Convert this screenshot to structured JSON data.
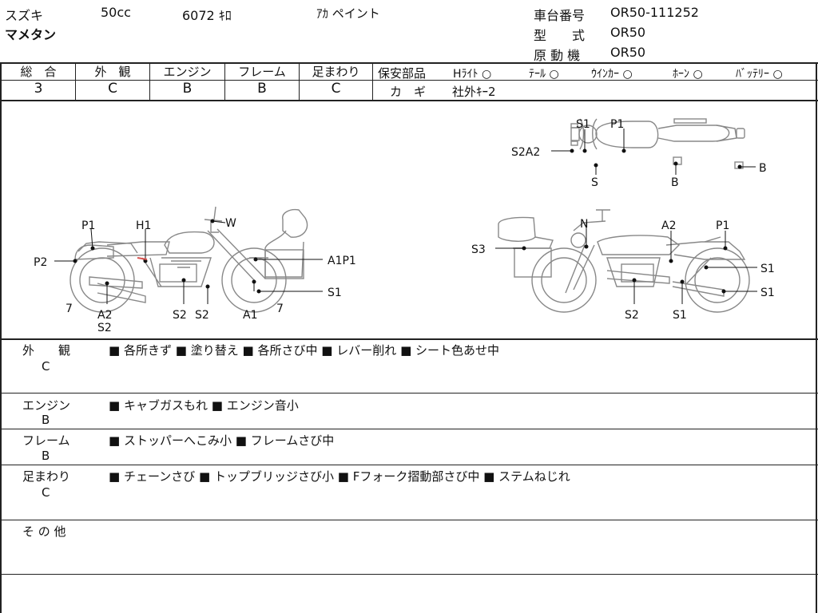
{
  "header": {
    "maker": "スズキ",
    "displacement": "50cc",
    "mileage": "6072 ｷﾛ",
    "color": "ｱｶ ペイント",
    "model_name": "マメタン",
    "frame_no_label": "車台番号",
    "frame_no": "OR50-111252",
    "type_label": "型　　式",
    "type_value": "OR50",
    "engine_label": "原 動 機",
    "engine_value": "OR50"
  },
  "grades": {
    "overall": {
      "label": "総　合",
      "value": "3"
    },
    "exterior": {
      "label": "外　観",
      "value": "C"
    },
    "engine": {
      "label": "エンジン",
      "value": "B"
    },
    "frame": {
      "label": "フレーム",
      "value": "B"
    },
    "suspension": {
      "label": "足まわり",
      "value": "C"
    }
  },
  "safety": {
    "label": "保安部品",
    "items": [
      {
        "name": "Hﾗｲﾄ",
        "mark": "○"
      },
      {
        "name": "ﾃｰﾙ",
        "mark": "○"
      },
      {
        "name": "ｳｲﾝｶｰ",
        "mark": "○"
      },
      {
        "name": "ﾎｰﾝ",
        "mark": "○"
      },
      {
        "name": "ﾊﾞｯﾃﾘｰ",
        "mark": "○"
      }
    ],
    "key_label": "カ　ギ",
    "key_value": "社外ｷｰ2"
  },
  "diagram": {
    "top_view": [
      "S1",
      "P1",
      "S2A2",
      "S",
      "B",
      "B"
    ],
    "left_view": [
      "P1",
      "H1",
      "W",
      "P2",
      "A1P1",
      "S1",
      "7",
      "A2",
      "S2",
      "S2",
      "S2",
      "A1",
      "7"
    ],
    "right_view": [
      "N",
      "A2",
      "P1",
      "S3",
      "S1",
      "S1",
      "S2",
      "S1"
    ]
  },
  "sections": [
    {
      "title": "外　　観",
      "grade": "C",
      "items": [
        "各所きず",
        "塗り替え",
        "各所さび中",
        "レバー削れ",
        "シート色あせ中"
      ]
    },
    {
      "title": "エンジン",
      "grade": "B",
      "items": [
        "キャブガスもれ",
        "エンジン音小"
      ]
    },
    {
      "title": "フレーム",
      "grade": "B",
      "items": [
        "ストッパーへこみ小",
        "フレームさび中"
      ]
    },
    {
      "title": "足まわり",
      "grade": "C",
      "items": [
        "チェーンさび",
        "トップブリッジさび小",
        "Fフォーク摺動部さび中",
        "ステムねじれ"
      ]
    },
    {
      "title": "そ の 他",
      "grade": "",
      "items": []
    }
  ],
  "bullet": "■"
}
